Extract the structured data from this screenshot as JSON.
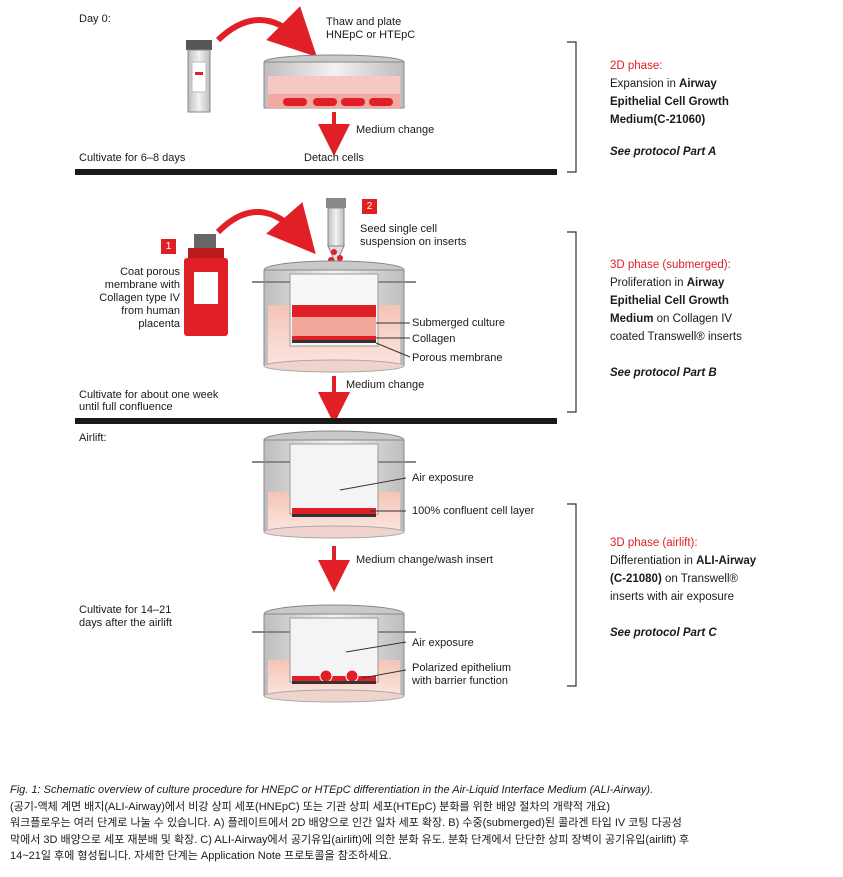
{
  "top": {
    "day0": "Day 0:",
    "thaw_line1": "Thaw and plate",
    "thaw_line2": "HNEpC or HTEpC",
    "medium_change": "Medium change",
    "detach_cells": "Detach cells",
    "cultivate": "Cultivate for 6–8 days"
  },
  "phase2d": {
    "title": "2D phase:",
    "line1_a": "Expansion in ",
    "line1_b": "Airway",
    "line2": "Epithelial Cell Growth",
    "line3": "Medium(C-21060)",
    "protocol": "See protocol Part A"
  },
  "middle": {
    "badge1": "1",
    "badge2": "2",
    "seed_line1": "Seed single cell",
    "seed_line2": "suspension on inserts",
    "coat_line1": "Coat porous",
    "coat_line2": "membrane with",
    "coat_line3": "Collagen type IV",
    "coat_line4": "from human",
    "coat_line5": "placenta",
    "submerged": "Submerged culture",
    "collagen": "Collagen",
    "porous": "Porous membrane",
    "cultivate_line1": "Cultivate for about one week",
    "cultivate_line2": "until full confluence",
    "medium_change": "Medium change"
  },
  "phase3d_sub": {
    "title": "3D phase (submerged):",
    "line1_a": "Proliferation in ",
    "line1_b": "Airway",
    "line2": "Epithelial Cell Growth",
    "line3_a": "Medium",
    "line3_b": " on Collagen IV",
    "line4": "coated Transwell® inserts",
    "protocol": "See protocol Part B"
  },
  "airlift": {
    "label": "Airlift:",
    "air_exposure": "Air exposure",
    "confluent": "100% confluent cell layer",
    "medium_wash": "Medium change/wash insert",
    "cultivate_line1": "Cultivate for 14–21",
    "cultivate_line2": "days after the airlift",
    "air_exposure2": "Air exposure",
    "polarized_line1": "Polarized epithelium",
    "polarized_line2": "with barrier function"
  },
  "phase3d_air": {
    "title": "3D phase (airlift):",
    "line1_a": "Differentiation in ",
    "line1_b": "ALI-Airway",
    "line2_a": "(C-21080)",
    "line2_b": " on Transwell®",
    "line3": "inserts with air exposure",
    "protocol": "See protocol Part C"
  },
  "caption": {
    "fig_label": "Fig. 1",
    "fig_text": ": Schematic overview of culture procedure for HNEpC or HTEpC differentiation in the Air-Liquid Interface Medium (ALI-Airway).",
    "line2": "(공기-액체 계면 배지(ALI-Airway)에서 비강 상피 세포(HNEpC) 또는 기관 상피 세포(HTEpC) 분화를 위한 배양 절차의 개략적 개요)",
    "line3": "워크플로우는 여러 단계로 나눌 수 있습니다. A) 플레이트에서 2D 배양으로 인간 일차 세포 확장. B) 수중(submerged)된 콜라겐 타입 IV 코팅 다공성",
    "line4": "막에서 3D 배양으로 세포 재분배 및 확장. C) ALI-Airway에서 공기유입(airlift)에 의한 분화 유도. 분화 단계에서 단단한 상피 장벽이 공기유입(airlift) 후",
    "line5": "14~21일 후에 형성됩니다. 자세한 단계는 Application Note 프로토콜을 참조하세요."
  },
  "colors": {
    "accent": "#e01f26",
    "dark": "#1a1a1a"
  }
}
